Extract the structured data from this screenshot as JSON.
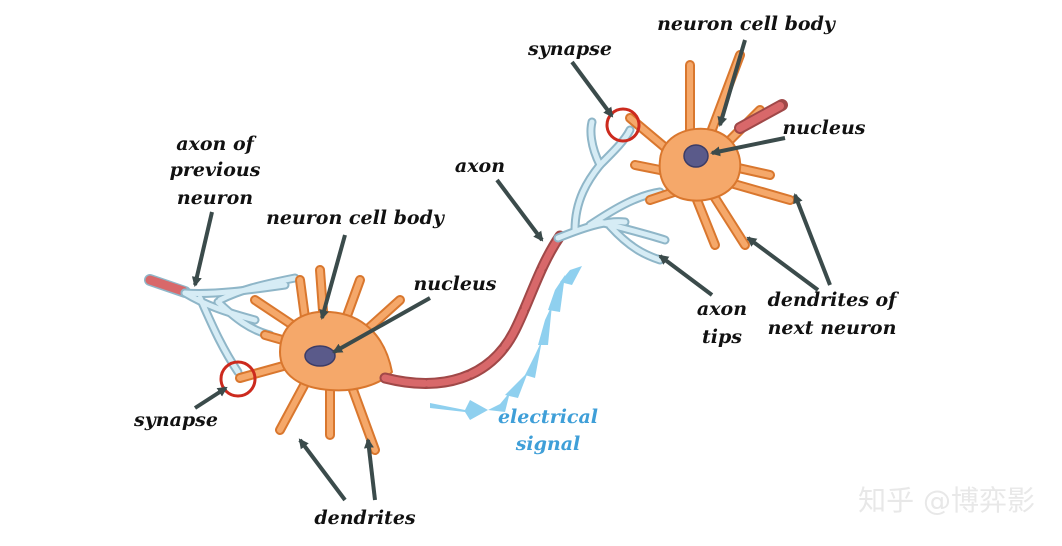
{
  "colors": {
    "cell_body": "#f5a86a",
    "cell_outline": "#d9772e",
    "nucleus": "#5a5a8a",
    "axon_pale": "#c6e2ee",
    "axon_outline": "#8fb6c8",
    "myelin": "#d8686a",
    "signal": "#8fd0ef",
    "signal_text": "#3f9fd8",
    "arrow": "#3b4b4b",
    "synapse_circle": "#cc2a1e",
    "text": "#111111"
  },
  "labels": {
    "axon_prev_1": "axon of",
    "axon_prev_2": "previous",
    "axon_prev_3": "neuron",
    "cell_body_left": "neuron cell body",
    "nucleus_left": "nucleus",
    "synapse_left": "synapse",
    "dendrites_left": "dendrites",
    "axon": "axon",
    "signal_1": "electrical",
    "signal_2": "signal",
    "synapse_right": "synapse",
    "cell_body_right": "neuron cell body",
    "nucleus_right": "nucleus",
    "axon_tips_1": "axon",
    "axon_tips_2": "tips",
    "dendrites_next_1": "dendrites of",
    "dendrites_next_2": "next neuron"
  },
  "watermark": "知乎 @博弈影"
}
